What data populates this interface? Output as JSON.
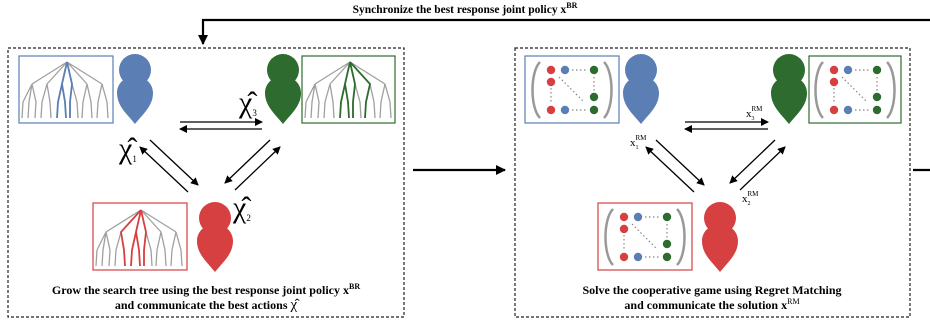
{
  "top_label": "Synchronize the best response joint policy x",
  "top_label_sup": "BR",
  "left_panel": {
    "caption_line1": "Grow the search tree using the best response joint policy x",
    "caption_line1_sup": "BR",
    "caption_line2": "and communicate the best actions",
    "caption_line2_symbol": "χ̂",
    "agent_labels": [
      {
        "symbol": "χ̂",
        "sub": "1"
      },
      {
        "symbol": "χ̂",
        "sub": "2"
      },
      {
        "symbol": "χ̂",
        "sub": "3"
      }
    ]
  },
  "right_panel": {
    "caption_line1": "Solve the cooperative game using Regret Matching",
    "caption_line2": "and communicate the solution x",
    "caption_line2_sup": "RM",
    "agent_labels": [
      {
        "symbol": "x",
        "sub": "1",
        "sup": "RM"
      },
      {
        "symbol": "x",
        "sub": "2",
        "sup": "RM"
      },
      {
        "symbol": "x",
        "sub": "3",
        "sup": "RM"
      }
    ]
  },
  "colors": {
    "blue": "#5b7fb4",
    "green": "#2e6b2e",
    "red": "#d64040",
    "gray": "#a0a0a0",
    "border": "#222222"
  }
}
